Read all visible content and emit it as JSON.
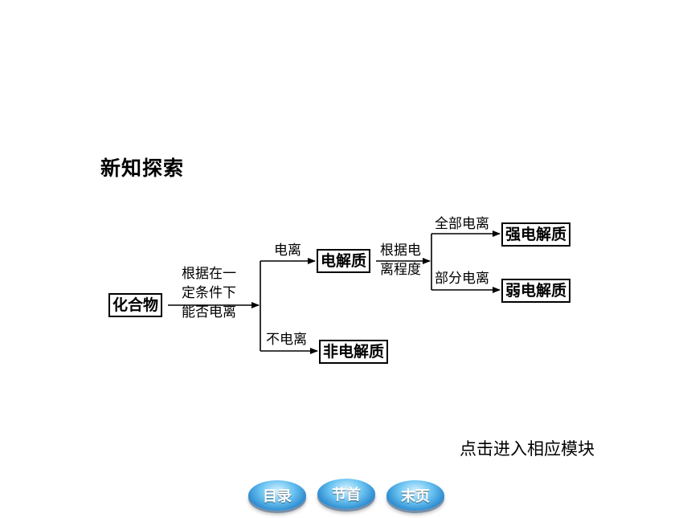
{
  "title": "新知探索",
  "nodes": {
    "compound": "化合物",
    "electrolyte": "电解质",
    "non_electrolyte": "非电解质",
    "strong_electrolyte": "强电解质",
    "weak_electrolyte": "弱电解质"
  },
  "labels": {
    "classify_basis": [
      "根据在一",
      "定条件下",
      "能否电离"
    ],
    "ionize": "电离",
    "not_ionize": "不电离",
    "degree_basis": [
      "根据电",
      "离程度"
    ],
    "fully_ionize": "全部电离",
    "partially_ionize": "部分电离"
  },
  "hint": "点击进入相应模块",
  "nav": {
    "catalog": "目录",
    "section_start": "节首",
    "last_page": "末页"
  }
}
